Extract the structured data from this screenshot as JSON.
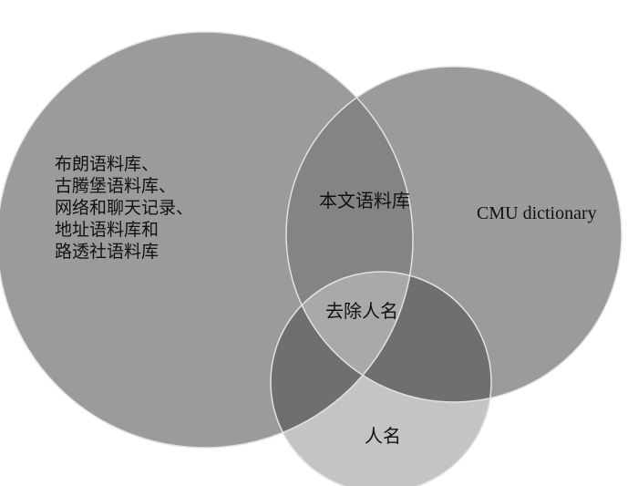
{
  "diagram": {
    "type": "venn",
    "sets": [
      {
        "id": "large-corpora",
        "lines": [
          "布朗语料库、",
          "古腾堡语料库、",
          "网络和聊天记录、",
          "地址语料库和",
          "路透社语料库"
        ]
      },
      {
        "id": "cmu-dictionary",
        "label": "CMU dictionary"
      },
      {
        "id": "names",
        "label": "人名"
      }
    ],
    "regions": [
      {
        "id": "text-corpus",
        "label": "本文语料库"
      },
      {
        "id": "remove-names",
        "label": "去除人名"
      }
    ]
  },
  "colors": {
    "background": "#ffffff",
    "circle_fill": "#9b9b9b",
    "overlap_two": "#848484",
    "overlap_dark": "#6f6f6f",
    "overlap_all": "#a9a9a9",
    "names_only": "#c4c4c4",
    "outline": "#e2e2e2",
    "text": "#111111"
  }
}
